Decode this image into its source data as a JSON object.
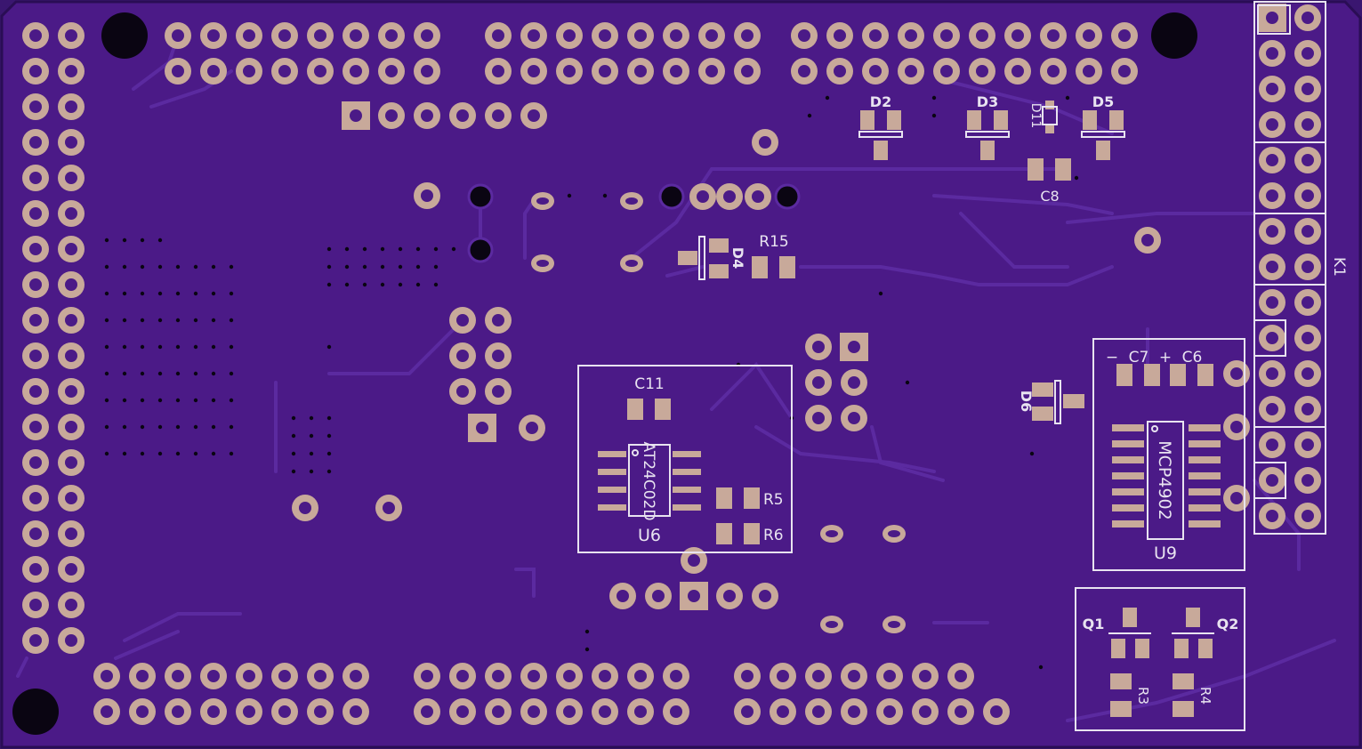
{
  "colors": {
    "board": "#4b1a87",
    "board_edge": "#2a0d55",
    "trace": "#5b2aa0",
    "pad": "#c8a99a",
    "hole_dark": "#0a0512",
    "silkscreen": "#e8e3f0"
  },
  "labels": {
    "D2": "D2",
    "D3": "D3",
    "D5": "D5",
    "D11": "D11",
    "C8": "C8",
    "D4": "D4",
    "R15": "R15",
    "K1": "K1",
    "C11": "C11",
    "U6_part": "AT24C02D",
    "U6": "U6",
    "R5": "R5",
    "R6": "R6",
    "C7": "C7",
    "C6": "C6",
    "minus": "−",
    "plus": "+",
    "D6": "D6",
    "U9_part": "MCP4902",
    "U9": "U9",
    "Q1": "Q1",
    "Q2": "Q2",
    "R3": "R3",
    "R4": "R4"
  }
}
